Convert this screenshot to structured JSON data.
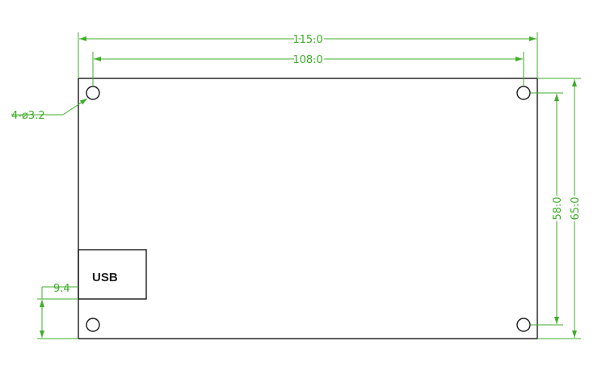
{
  "diagram": {
    "dimensions": {
      "overall_width": "115.0",
      "hole_spacing_width": "108.0",
      "hole_spacing_height": "58.0",
      "overall_height": "65.0",
      "usb_offset": "9.4",
      "hole_callout": "4-ø3.2"
    },
    "port_label": "USB",
    "colors": {
      "dimension": "#3fae2a",
      "outline": "#1a1a1a",
      "background": "#ffffff"
    }
  }
}
